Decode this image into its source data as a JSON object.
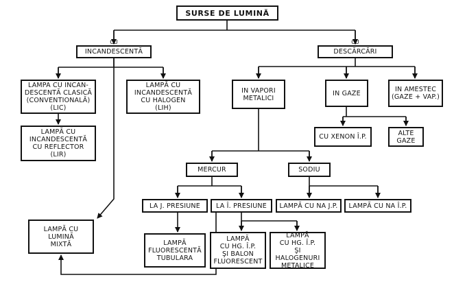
{
  "nodes": {
    "root": "SURSE DE LUMINĂ",
    "incandescenta": "INCANDESCENTĂ",
    "descarcari": "DESCĂRCĂRI",
    "lic": "LAMPA cu INCAN-\nDESCENTĂ CLASICĂ\n(CONVENTIONALĂ)\n(LIC)",
    "lih": "LAMPĂ cu\nINCANDESCENTĂ\ncu   HALOGEN\n(LIH)",
    "lir": "LAMPĂ cu\nINCANDESCENTĂ\ncu REFLECTOR\n(LIR)",
    "vapori": "IN VAPORI\nMETALICI",
    "gaze": "IN GAZE",
    "amestec": "IN AMESTEC\n(GAZE + VAP.)",
    "xenon": "CU XENON Î.P.",
    "alte_gaze": "ALTE\nGAZE",
    "mercur": "MERCUR",
    "sodiu": "SODIU",
    "la_jp": "LA J. PRESIUNE",
    "la_ip": "LA Î. PRESIUNE",
    "na_jp": "LAMPĂ cu Na J.P.",
    "na_ip": "LAMPĂ cu Na Î.P.",
    "mixta": "LAMPĂ cu\nLUMINĂ\nMIXTĂ",
    "fluorescenta": "LAMPĂ\nFLUORESCENTĂ\nTUBULARA",
    "hg_ip": "LAMPĂ\ncu Hg. Î.P.\nşi BALON\nFLUORESCENT",
    "hg_halogen": "LAMPĂ\ncu Hg. Î.P.\nşi HALOGENURI\nMETALICE"
  },
  "annotations": {
    "incandescenta_cu": "cu",
    "descarcari_cu": "cu"
  }
}
